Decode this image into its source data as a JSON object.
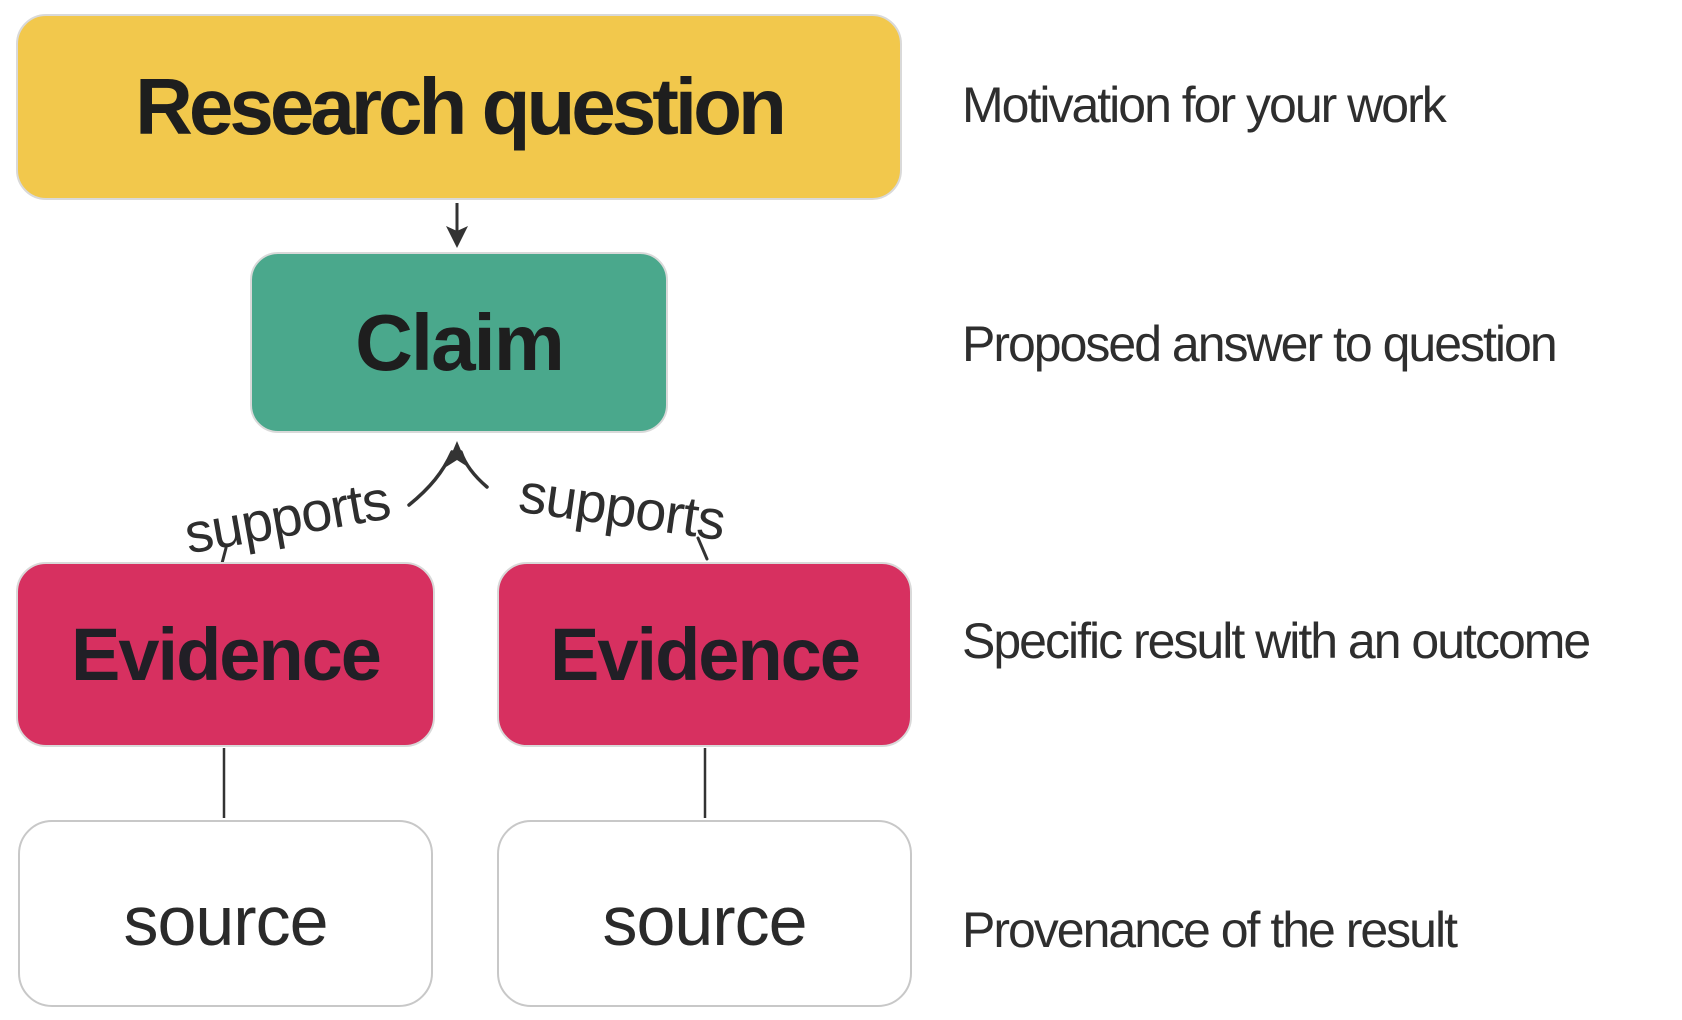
{
  "diagram": {
    "nodes": [
      {
        "id": "research-question",
        "label": "Research question",
        "color": "#F2C84C",
        "text_color": "#1E1E1E"
      },
      {
        "id": "claim",
        "label": "Claim",
        "color": "#4AA88C",
        "text_color": "#1E1E1E"
      },
      {
        "id": "evidence-1",
        "label": "Evidence",
        "color": "#D73060",
        "text_color": "#211F26"
      },
      {
        "id": "evidence-2",
        "label": "Evidence",
        "color": "#D73060",
        "text_color": "#211F26"
      },
      {
        "id": "source-1",
        "label": "source",
        "color": "#FFFFFF",
        "text_color": "#2A2A2A"
      },
      {
        "id": "source-2",
        "label": "source",
        "color": "#FFFFFF",
        "text_color": "#2A2A2A"
      }
    ],
    "edges": {
      "supports_left": "supports",
      "supports_right": "supports"
    },
    "annotations": [
      {
        "text": "Motivation for your work"
      },
      {
        "text": "Proposed answer to question"
      },
      {
        "text": "Specific result with an outcome"
      },
      {
        "text": "Provenance of the result"
      }
    ],
    "line_color": "#333333"
  }
}
